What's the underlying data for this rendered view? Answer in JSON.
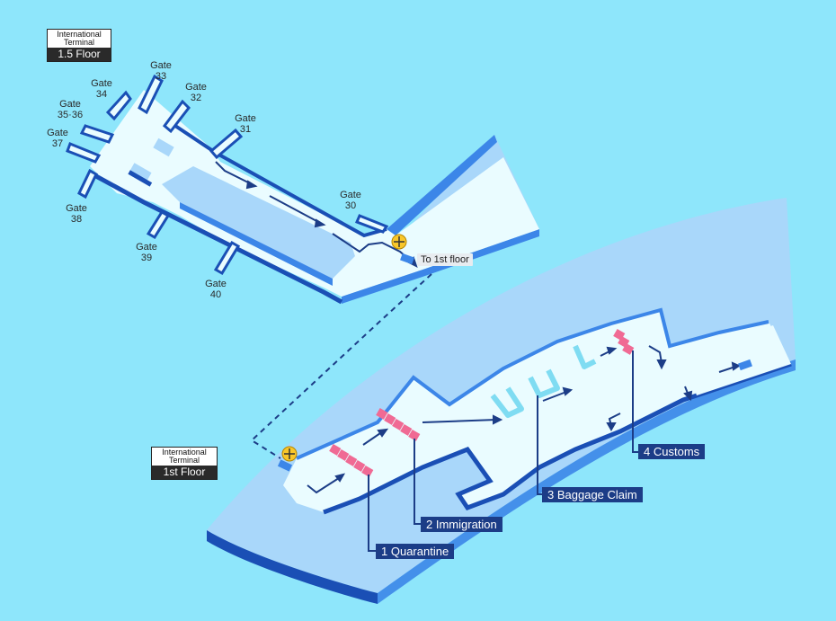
{
  "upper": {
    "terminal": "International Terminal",
    "floor": "1.5 Floor",
    "gates": [
      {
        "word": "Gate",
        "num": "33"
      },
      {
        "word": "Gate",
        "num": "34"
      },
      {
        "word": "Gate",
        "num": "32"
      },
      {
        "word": "Gate",
        "num": "35·36"
      },
      {
        "word": "Gate",
        "num": "31"
      },
      {
        "word": "Gate",
        "num": "37"
      },
      {
        "word": "Gate",
        "num": "30"
      },
      {
        "word": "Gate",
        "num": "38"
      },
      {
        "word": "Gate",
        "num": "39"
      },
      {
        "word": "Gate",
        "num": "40"
      }
    ],
    "to_floor": "To 1st floor"
  },
  "lower": {
    "terminal": "International Terminal",
    "floor": "1st Floor",
    "steps": [
      {
        "num": "1",
        "label": "Quarantine"
      },
      {
        "num": "2",
        "label": "Immigration"
      },
      {
        "num": "3",
        "label": "Baggage Claim"
      },
      {
        "num": "4",
        "label": "Customs"
      }
    ]
  },
  "colors": {
    "background": "#8ee6fb",
    "floor_light": "#e9fbff",
    "floor_mid": "#a9d7fa",
    "wall_dark": "#1a4fb5",
    "wall_mid": "#3c86e8",
    "route": "#1c3d87",
    "checkpoint": "#f06a94",
    "step_label": "#1c3d87"
  }
}
